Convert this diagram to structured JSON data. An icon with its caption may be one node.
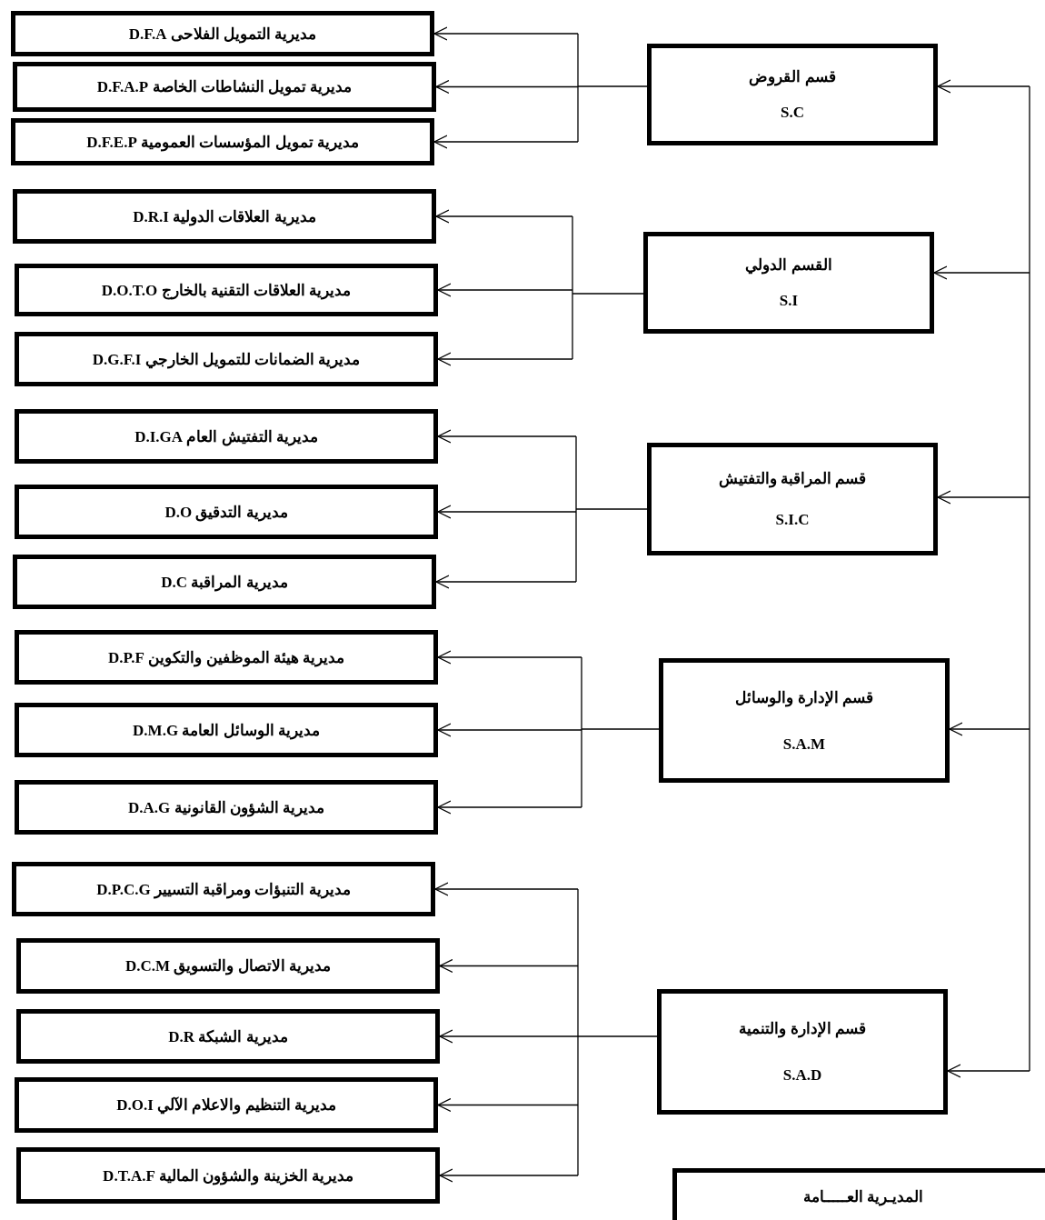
{
  "diagram": {
    "nodes": [
      {
        "text": [
          "قسم القروض",
          "S.C"
        ]
      },
      {
        "text": [
          "مديرية التمويل الفلاحى D.F.A"
        ]
      },
      {
        "text": [
          "مديرية تمويل النشاطات الخاصة D.F.A.P"
        ]
      },
      {
        "text": [
          "مديرية تمويل المؤسسات العمومية D.F.E.P"
        ]
      },
      {
        "text": [
          "القسم الدولي",
          "S.I"
        ]
      },
      {
        "text": [
          "مديرية العلاقات الدولية D.R.I"
        ]
      },
      {
        "text": [
          "مديرية العلاقات التقنية بالخارج D.O.T.O"
        ]
      },
      {
        "text": [
          "مديرية الضمانات للتمويل الخارجي D.G.F.I"
        ]
      },
      {
        "text": [
          "قسم المراقبة والتفتيش",
          "S.I.C"
        ]
      },
      {
        "text": [
          "مديرية التفتيش العام D.I.GA"
        ]
      },
      {
        "text": [
          "مديرية التدقيق D.O"
        ]
      },
      {
        "text": [
          "مديرية المراقبة D.C"
        ]
      },
      {
        "text": [
          "قسم الإدارة والوسائل",
          "S.A.M"
        ]
      },
      {
        "text": [
          "مديرية هيئة الموظفين والتكوين D.P.F"
        ]
      },
      {
        "text": [
          "مديرية الوسائل العامة D.M.G"
        ]
      },
      {
        "text": [
          "مديرية الشؤون القانونية D.A.G"
        ]
      },
      {
        "text": [
          "قسم الإدارة والتنمية",
          "S.A.D"
        ]
      },
      {
        "text": [
          "مديرية التنبؤات ومراقبة التسيير D.P.C.G"
        ]
      },
      {
        "text": [
          "مديرية الاتصال والتسويق D.C.M"
        ]
      },
      {
        "text": [
          "مديرية الشبكة D.R"
        ]
      },
      {
        "text": [
          "مديرية التنظيم والاعلام الآلي D.O.I"
        ]
      },
      {
        "text": [
          "مديرية الخزينة والشؤون المالية D.T.A.F"
        ]
      },
      {
        "text": [
          "المديـرية العـــــامة"
        ]
      }
    ],
    "edges": [
      {
        "from": null,
        "to": 0,
        "arrow": "to"
      },
      {
        "from": null,
        "to": 4,
        "arrow": "to"
      },
      {
        "from": null,
        "to": 8,
        "arrow": "to"
      },
      {
        "from": null,
        "to": 12,
        "arrow": "to"
      },
      {
        "from": null,
        "to": 16,
        "arrow": "to"
      },
      {
        "from": 0,
        "to": 1,
        "arrow": "to"
      },
      {
        "from": 0,
        "to": 2,
        "arrow": "to"
      },
      {
        "from": 0,
        "to": 3,
        "arrow": "to"
      },
      {
        "from": 4,
        "to": 5,
        "arrow": "to"
      },
      {
        "from": 4,
        "to": 6,
        "arrow": "to"
      },
      {
        "from": 4,
        "to": 7,
        "arrow": "to"
      },
      {
        "from": 8,
        "to": 9,
        "arrow": "to"
      },
      {
        "from": 8,
        "to": 10,
        "arrow": "to"
      },
      {
        "from": 8,
        "to": 11,
        "arrow": "to"
      },
      {
        "from": 12,
        "to": 13,
        "arrow": "to"
      },
      {
        "from": 12,
        "to": 14,
        "arrow": "to"
      },
      {
        "from": 12,
        "to": 15,
        "arrow": "to"
      },
      {
        "from": 16,
        "to": 17,
        "arrow": "to"
      },
      {
        "from": 16,
        "to": 18,
        "arrow": "to"
      },
      {
        "from": 16,
        "to": 19,
        "arrow": "to"
      },
      {
        "from": 16,
        "to": 20,
        "arrow": "to"
      },
      {
        "from": 16,
        "to": 21,
        "arrow": "to"
      }
    ]
  }
}
